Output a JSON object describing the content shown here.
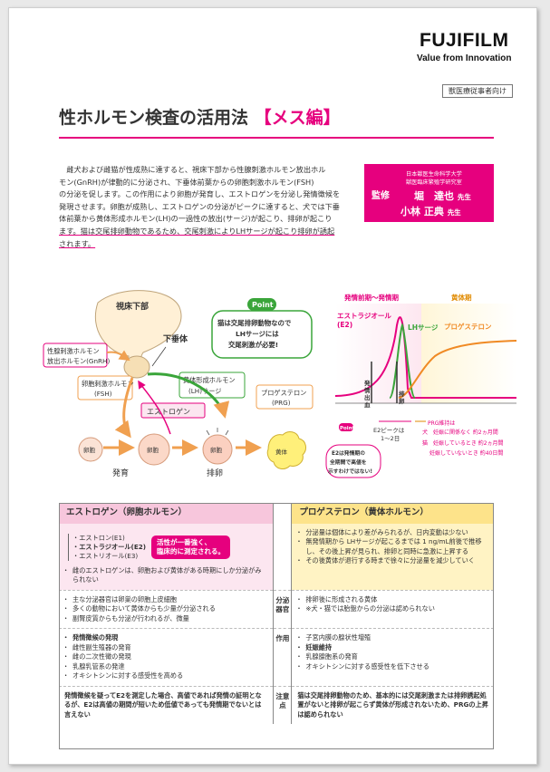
{
  "header": {
    "brand": "FUJIFILM",
    "tagline": "Value from Innovation",
    "audience": "獣医療従事者向け"
  },
  "title": {
    "main": "性ホルモン検査の活用法",
    "accent": "【メス編】"
  },
  "intro": {
    "lines": [
      "雌犬および雌猫が性成熟に達すると、視床下部から性腺刺激ホルモン放出ホル",
      "モン(GnRH)が律動的に分泌され、下垂体前葉からの卵胞刺激ホルモン(FSH)",
      "の分泌を促します。この作用により卵胞が発育し、エストロゲンを分泌し発情徴候を",
      "発現させます。卵胞が成熟し、エストロゲンの分泌がピークに達すると、犬では下垂",
      "体前葉から黄体形成ホルモン(LH)の一過性の放出(サージ)が起こり、排卵が起こり",
      "ます。猫は交尾排卵動物であるため、交尾刺激によりLHサージが起こり排卵が誘起",
      "されます。"
    ]
  },
  "supervisor": {
    "label": "監修",
    "affiliation_1": "日本獣医生命科学大学",
    "affiliation_2": "獣医臨床繁殖学研究室",
    "name_1": "堀　達也",
    "name_2": "小林 正典",
    "honorific": "先生"
  },
  "diagram": {
    "hypothalamus": "視床下部",
    "pituitary": "下垂体",
    "gnrh_1": "性腺刺激ホルモン",
    "gnrh_2": "放出ホルモン(GnRH)",
    "fsh_1": "卵胞刺激ホルモン",
    "fsh_2": "(FSH)",
    "lh_1": "黄体形成ホルモン",
    "lh_2": "(LH)サージ",
    "estrogen": "エストロゲン",
    "progesterone_1": "プロゲステロン",
    "progesterone_2": "(PRG)",
    "point_label": "Point",
    "point_1": "猫は交尾排卵動物なので",
    "point_2": "LHサージには",
    "point_3": "交尾刺激が必要!",
    "stage_1": "卵胞",
    "stage_2": "卵胞",
    "stage_3": "卵胞",
    "stage_4": "黄体",
    "development": "発育",
    "ovulation": "排卵"
  },
  "graph": {
    "phase_1": "発情前期～発情期",
    "phase_2": "黄体期",
    "estradiol_1": "エストラジオール",
    "estradiol_2": "(E2)",
    "lh_surge": "LHサージ",
    "progesterone": "プロゲステロン",
    "onset_1": "発",
    "onset_2": "情",
    "onset_3": "出",
    "onset_4": "血",
    "ovul_1": "排",
    "ovul_2": "卵",
    "e2_peak_1": "E2ピークは",
    "e2_peak_2": "1～2日",
    "prg_1": "PRG維持は",
    "prg_2": "犬　妊娠に関係なく 約2ヵ月間",
    "prg_3": "猫　妊娠しているとき 約2ヵ月間",
    "prg_4": "妊娠していないとき 約40日間",
    "point_label": "Point",
    "point_1": "E2は発情期の",
    "point_2": "全期間で高値を",
    "point_3": "示すわけではない!"
  },
  "table": {
    "estrogen_header": "エストロゲン（卵胞ホルモン）",
    "progesterone_header": "プロゲステロン（黄体ホルモン）",
    "e_types": [
      "・エストロン(E1)",
      "・エストラジオール(E2)",
      "・エストリオール(E3)"
    ],
    "e_badge_1": "活性が一番強く、",
    "e_badge_2": "臨床的に測定される。",
    "e_note": "雌のエストロゲンは、卵胞および黄体がある時期にしか分泌がみられない",
    "p_intro": [
      "分泌量は個体により差がみられるが、日内変動は少ない",
      "無発情期から LHサージが起こるまでは 1 ng/mL前後で推移し、その後上昇が見られ、排卵と同時に急激に上昇する",
      "その後黄体が退行する時まで徐々に分泌量を減少していく"
    ],
    "row1_label": "分泌器官",
    "row1_e": [
      "主な分泌器官は卵巣の卵胞上皮細胞",
      "多くの動物において黄体からも少量が分泌される",
      "副腎皮質からも分泌が行われるが、微量"
    ],
    "row1_p": [
      "排卵後に形成される黄体",
      "※犬・猫では胎盤からの分泌は認められない"
    ],
    "row2_label": "作用",
    "row2_e": [
      "発情徴候の発現",
      "雌性副生殖器の発育",
      "雌の二次性徴の発現",
      "乳腺乳管系の発達",
      "オキシトシンに対する感受性を高める"
    ],
    "row2_p": [
      "子宮内膜の腺状性増殖",
      "妊娠維持",
      "乳腺腺胞系の発育",
      "オキシトシンに対する感受性を低下させる"
    ],
    "row3_label": "注意点",
    "row3_e": "発情徴候を疑ってE2を測定した場合、高値であれば発情の証明となるが、E2は高値の期間が短いため低値であっても発情期でないとは言えない",
    "row3_p": "猫は交尾排卵動物のため、基本的には交尾刺激または排卵誘起処置がないと排卵が起こらず黄体が形成されないため、PRGの上昇は認められない"
  },
  "colors": {
    "accent": "#e6007e",
    "estrogen_bg": "#fce6f0",
    "progesterone_bg": "#fff3c4",
    "lh_line": "#3aa53a",
    "prg_line": "#f08a24"
  }
}
